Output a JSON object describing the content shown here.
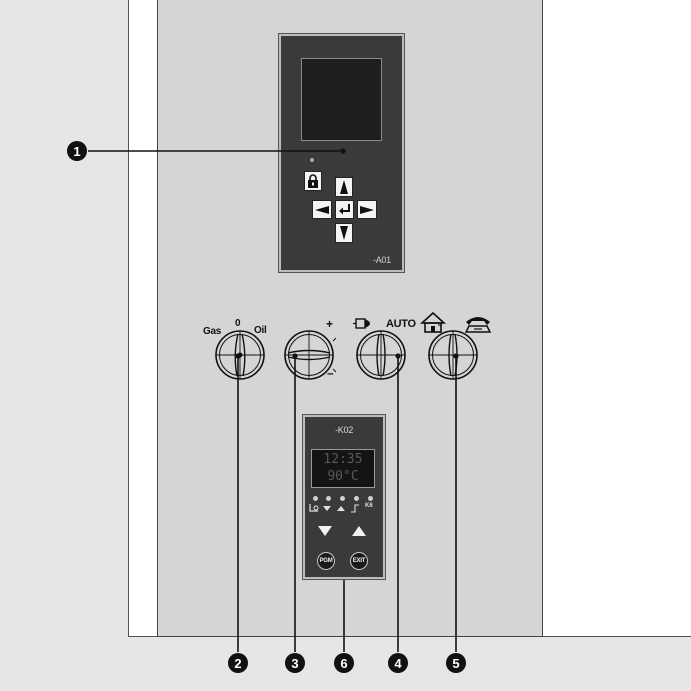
{
  "panel_a01": {
    "label": "-A01"
  },
  "panel_k02": {
    "label": "-K02",
    "display_line1": "12:35",
    "display_line2": "90°C",
    "pgm_label": "PGM",
    "exit_label": "EXIT",
    "led_k6_label": "K6"
  },
  "knobs": {
    "fuel": {
      "gas": "Gas",
      "zero": "0",
      "oil": "Oil"
    },
    "temperature": {
      "plus": "+",
      "minus": "–"
    },
    "mode": {
      "auto": "AUTO"
    }
  },
  "callouts": [
    "1",
    "2",
    "3",
    "6",
    "4",
    "5"
  ],
  "colors": {
    "panel_dark": "#3a3a3a",
    "housing": "#d5d5d5",
    "callout": "#111111"
  }
}
